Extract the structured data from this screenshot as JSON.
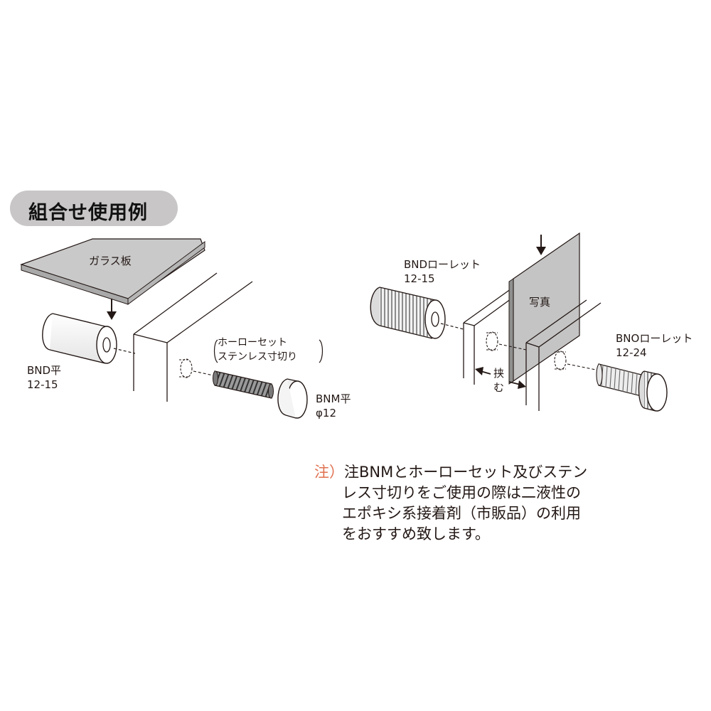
{
  "title": "組合せ使用例",
  "left_diagram": {
    "glass_label": "ガラス板",
    "bnd_name": "BND平",
    "bnd_size": "12-15",
    "set_label_1": "ホーローセット",
    "set_label_2": "ステンレス寸切り",
    "bnm_name": "BNM平",
    "bnm_size": "φ12"
  },
  "right_diagram": {
    "bnd_knurl_name": "BNDローレット",
    "bnd_knurl_size": "12-15",
    "photo_label": "写真",
    "bno_name": "BNOローレット",
    "bno_size": "12-24",
    "clamp_label_1": "挟",
    "clamp_label_2": "む"
  },
  "note": {
    "mark": "注）",
    "line1": "注BNMとホーローセット及びステン",
    "line2": "レス寸切りをご使用の際は二液性の",
    "line3": "エポキシ系接着剤（市販品）の利用",
    "line4": "をおすすめ致します。"
  },
  "colors": {
    "title_bg": "#c8c6c6",
    "glass_fill": "#c9c9c9",
    "photo_fill": "#c4c4c4",
    "note_mark": "#e0704f",
    "line": "#231815"
  }
}
